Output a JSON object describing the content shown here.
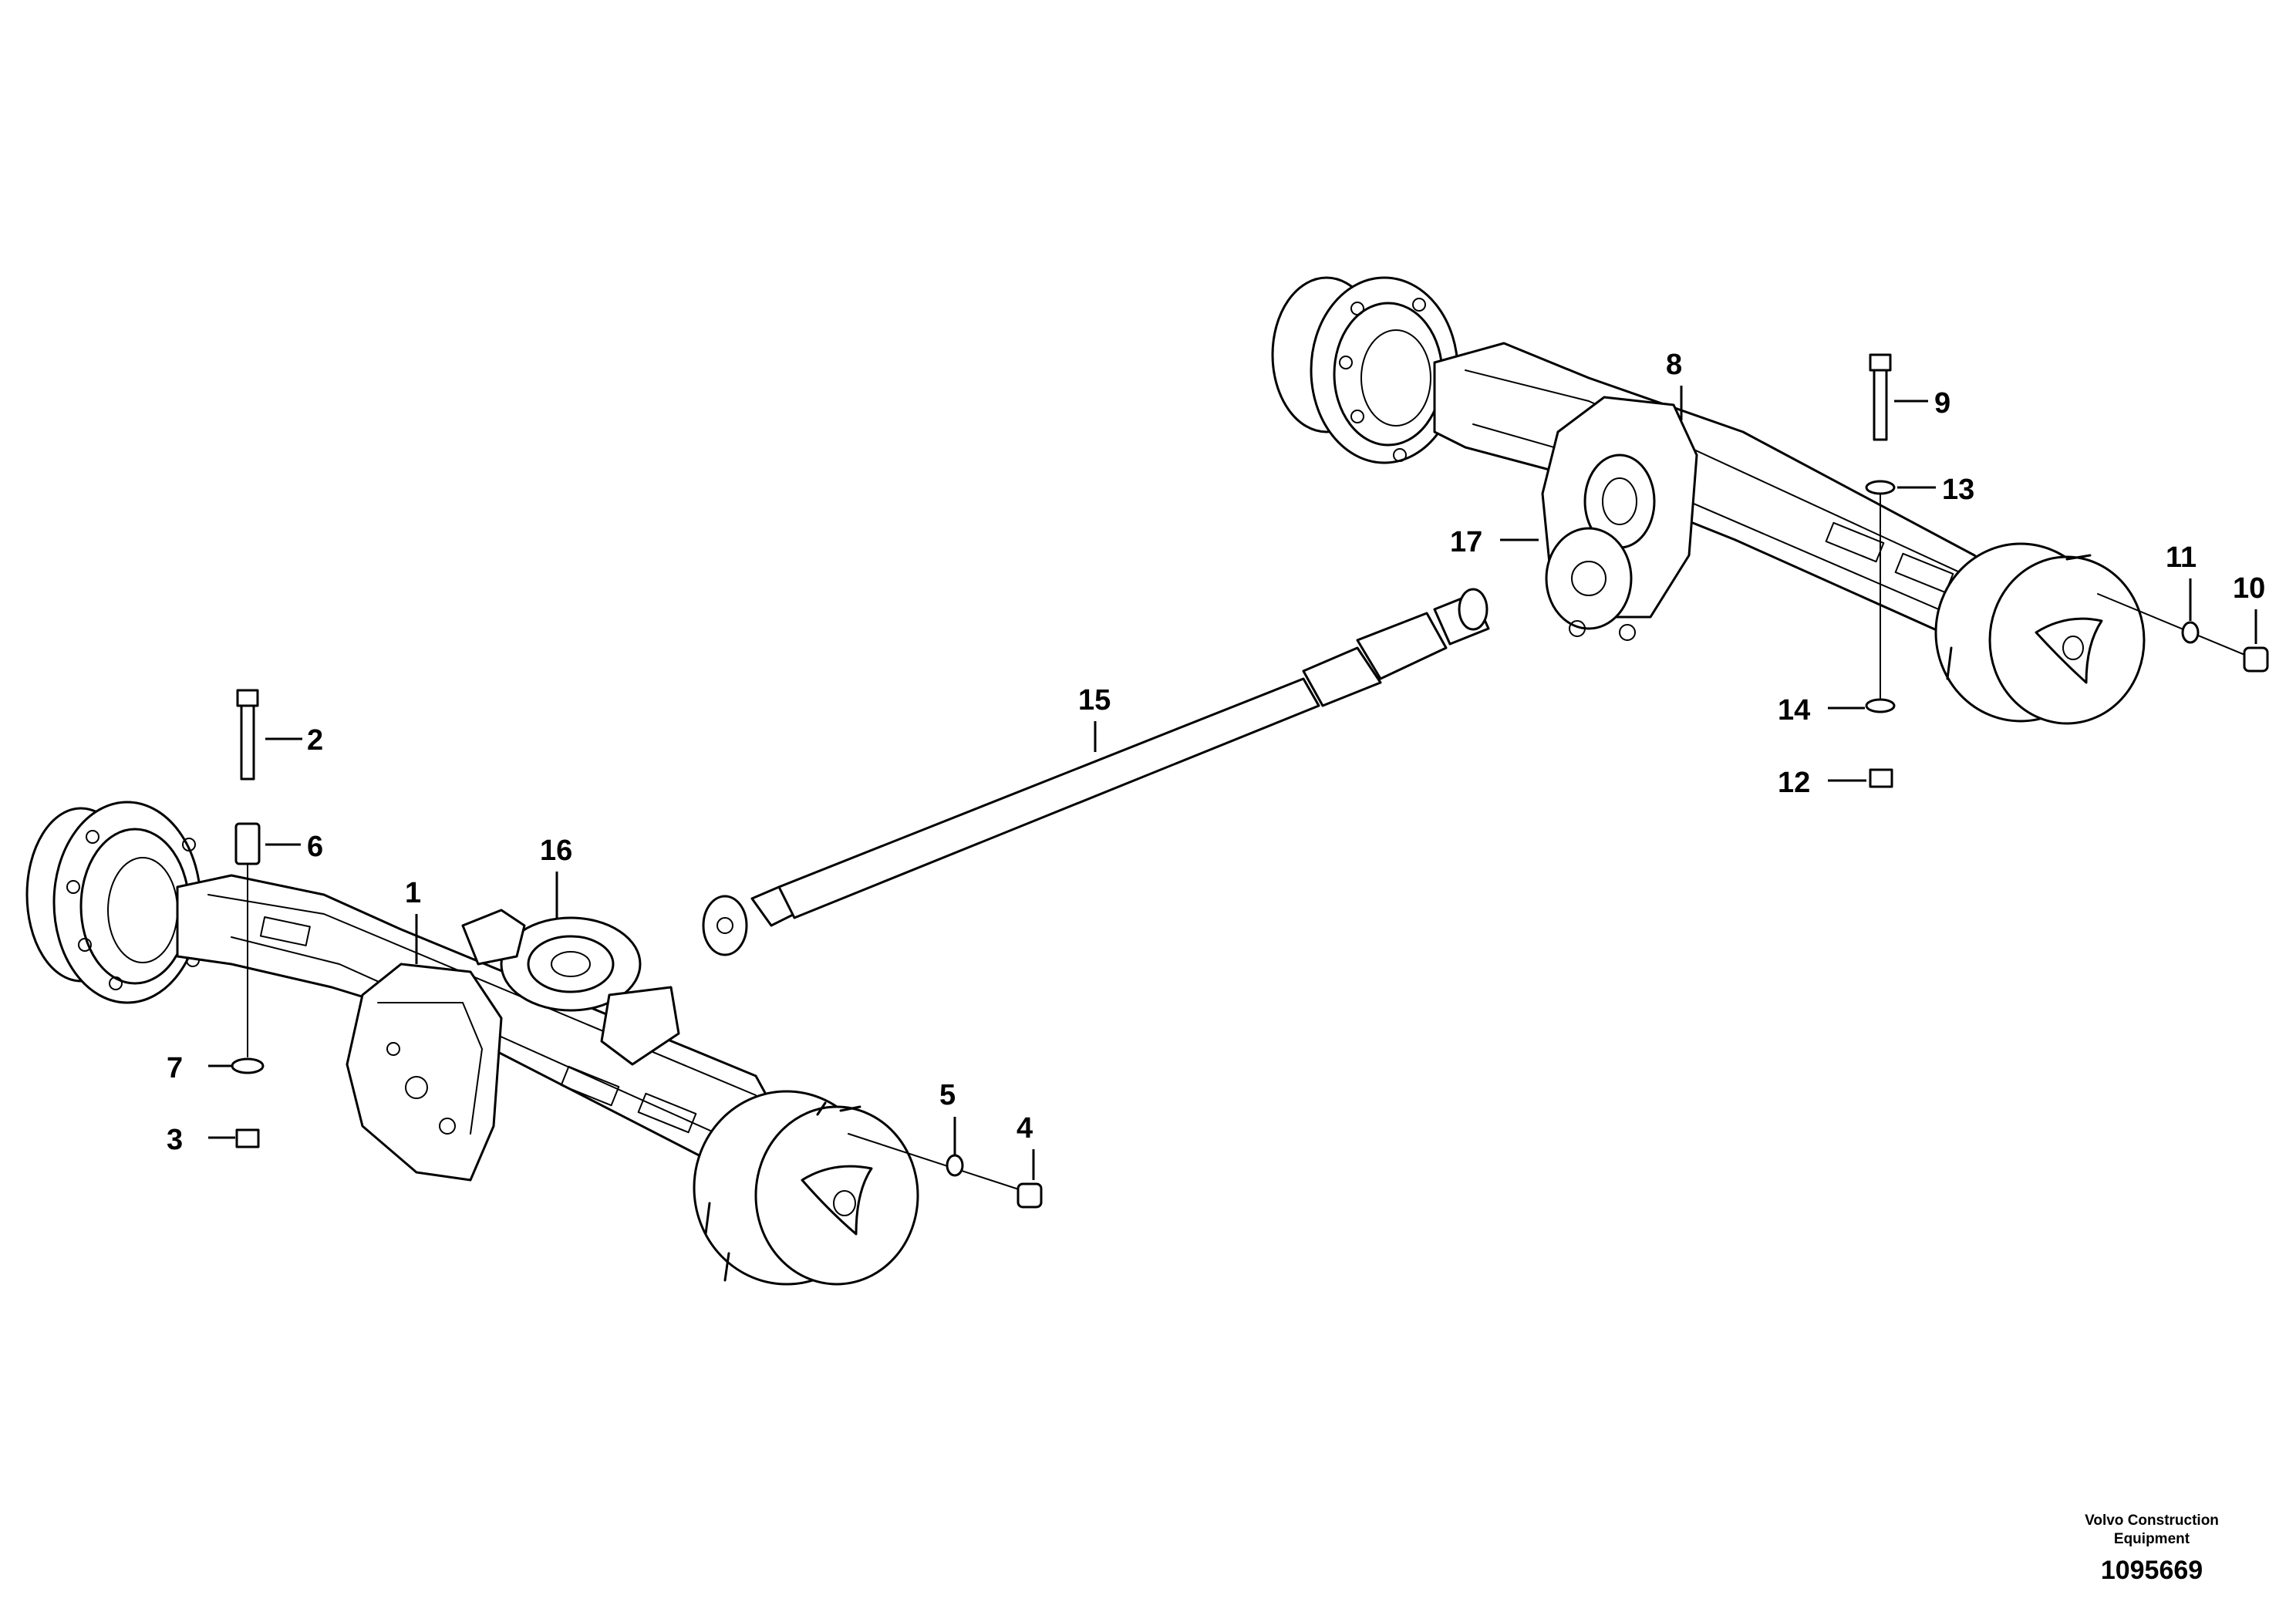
{
  "callouts": [
    {
      "label": "1"
    },
    {
      "label": "2"
    },
    {
      "label": "3"
    },
    {
      "label": "4"
    },
    {
      "label": "5"
    },
    {
      "label": "6"
    },
    {
      "label": "7"
    },
    {
      "label": "8"
    },
    {
      "label": "9"
    },
    {
      "label": "10"
    },
    {
      "label": "11"
    },
    {
      "label": "12"
    },
    {
      "label": "13"
    },
    {
      "label": "14"
    },
    {
      "label": "15"
    },
    {
      "label": "16"
    },
    {
      "label": "17"
    }
  ],
  "caption": {
    "maker_line1": "Volvo Construction",
    "maker_line2": "Equipment",
    "drawing_number": "1095669"
  }
}
